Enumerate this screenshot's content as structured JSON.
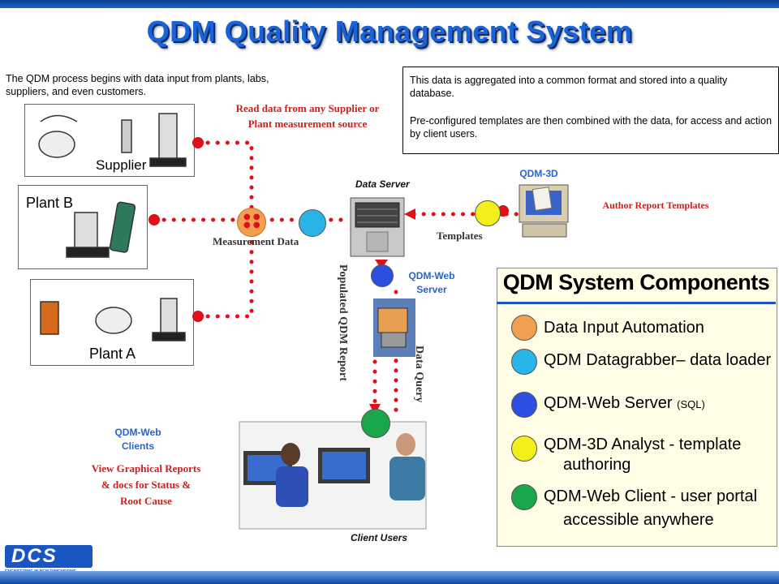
{
  "title": "QDM Quality Management System",
  "intro_text": "The QDM process begins with data input from plants, labs, suppliers, and even customers.",
  "info_box": {
    "para1": "This data is aggregated into a common format and stored into a quality database.",
    "para2": "Pre-configured templates are then combined with the data, for access and action by client users."
  },
  "sources": [
    {
      "label": "Supplier"
    },
    {
      "label": "Plant B"
    },
    {
      "label": "Plant A"
    }
  ],
  "read_data_label_line1": "Read data from any Supplier or",
  "read_data_label_line2": "Plant measurement source",
  "measurement_data_label": "Measurement Data",
  "data_server_label": "Data Server",
  "templates_label": "Templates",
  "qdm3d_label": "QDM-3D",
  "author_label": "Author Report Templates",
  "web_server_label_line1": "QDM-Web",
  "web_server_label_line2": "Server",
  "populated_label": "Populated QDM Report",
  "data_query_label": "Data Query",
  "web_clients_label_line1": "QDM-Web",
  "web_clients_label_line2": "Clients",
  "view_reports_line1": "View Graphical Reports",
  "view_reports_line2": "& docs for Status &",
  "view_reports_line3": "Root Cause",
  "client_users_label": "Client Users",
  "components": {
    "title": "QDM System Components",
    "items": [
      {
        "label": "Data Input Automation",
        "color": "#f0a050"
      },
      {
        "label": "QDM Datagrabber– data loader",
        "color": "#29b4e8"
      },
      {
        "label": "QDM-Web Server",
        "sub": "(SQL)",
        "color": "#2d4fe0"
      },
      {
        "label": "QDM-3D Analyst - template",
        "label2": "authoring",
        "color": "#f4ef1a"
      },
      {
        "label": "QDM-Web Client - user portal",
        "label2": "accessible anywhere",
        "color": "#1aa64a"
      }
    ]
  },
  "logo_text": "DCS",
  "logo_tagline": "ENGINEERING IN NEW DIMENSIONS",
  "colors": {
    "connector": "#e0101a",
    "title": "#1a63d6",
    "label_red": "#cc1f1f",
    "label_blue": "#2a63c9"
  }
}
